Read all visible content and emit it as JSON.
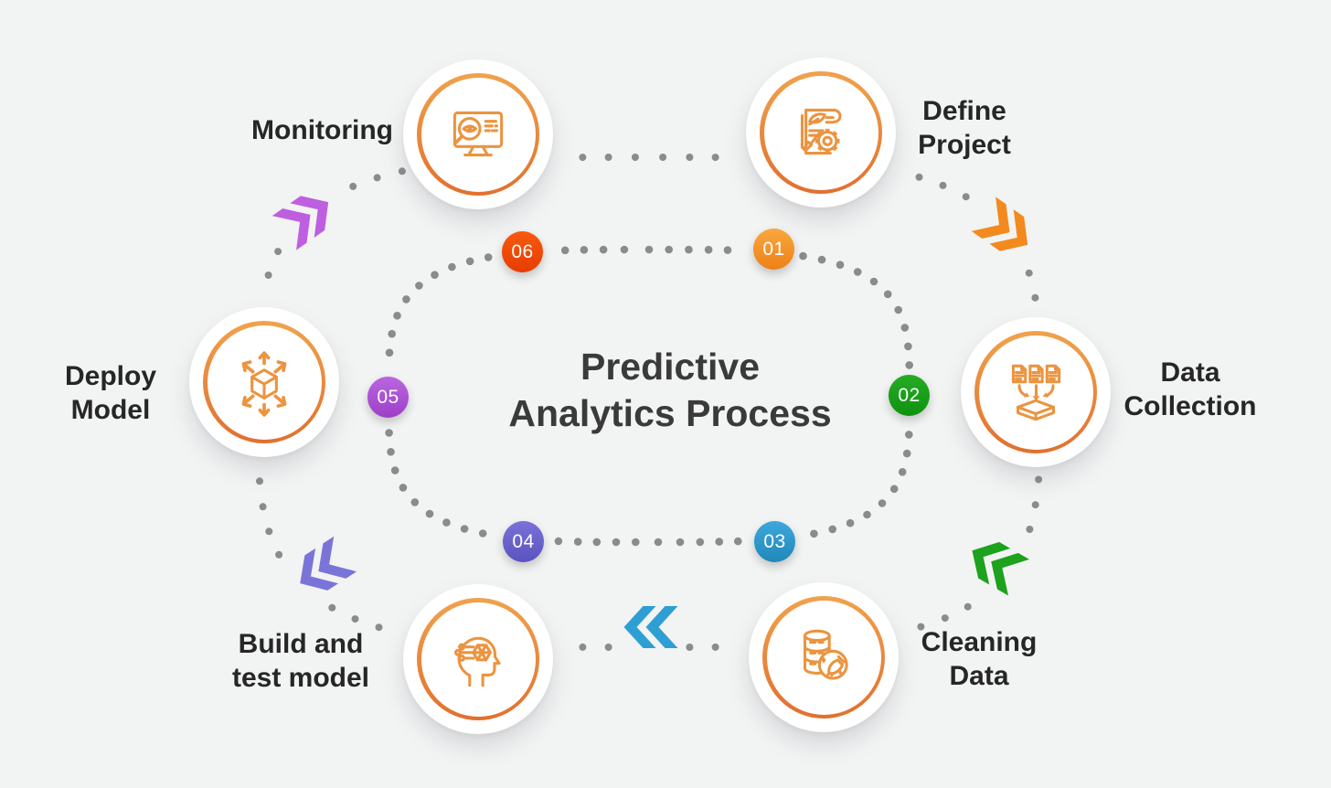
{
  "title": {
    "line1": "Predictive",
    "line2": "Analytics Process"
  },
  "steps": [
    {
      "num": "01",
      "lines": [
        "Define",
        "Project"
      ],
      "icon": "define-project-icon",
      "badge_from": "#F9A83F",
      "badge_to": "#EE8018"
    },
    {
      "num": "02",
      "lines": [
        "Data",
        "Collection"
      ],
      "icon": "data-collection-icon",
      "badge_from": "#25AB25",
      "badge_to": "#0F930F"
    },
    {
      "num": "03",
      "lines": [
        "Cleaning",
        "Data"
      ],
      "icon": "cleaning-data-icon",
      "badge_from": "#3DA8DB",
      "badge_to": "#2187BA"
    },
    {
      "num": "04",
      "lines": [
        "Build and",
        "test model"
      ],
      "icon": "build-test-model-icon",
      "badge_from": "#7A72D8",
      "badge_to": "#5B53BF"
    },
    {
      "num": "05",
      "lines": [
        "Deploy",
        "Model"
      ],
      "icon": "deploy-model-icon",
      "badge_from": "#BB65E0",
      "badge_to": "#9C40C8"
    },
    {
      "num": "06",
      "lines": [
        "Monitoring"
      ],
      "icon": "monitoring-icon",
      "badge_from": "#F85A0E",
      "badge_to": "#E63C00"
    }
  ],
  "chevrons": [
    {
      "name": "chevron-deploy-to-monitoring",
      "color": "#BE5FDF",
      "dir": "right",
      "rotation": -35
    },
    {
      "name": "chevron-define-to-data",
      "color": "#F28A1E",
      "dir": "right",
      "rotation": 35
    },
    {
      "name": "chevron-data-to-cleaning",
      "color": "#1CA21C",
      "dir": "left",
      "rotation": 30
    },
    {
      "name": "chevron-cleaning-to-build",
      "color": "#2E9FD4",
      "dir": "left",
      "rotation": 0
    },
    {
      "name": "chevron-build-to-deploy",
      "color": "#7B74D8",
      "dir": "left",
      "rotation": -33
    }
  ],
  "decor": {
    "background": "#F2F3F3",
    "dot_color": "#8B8B8B",
    "ring_top": "#F0A24C",
    "ring_bottom": "#E2702E",
    "icon_stroke": "#EB9440",
    "title_color": "#3A3A3A",
    "label_color": "#262626"
  }
}
